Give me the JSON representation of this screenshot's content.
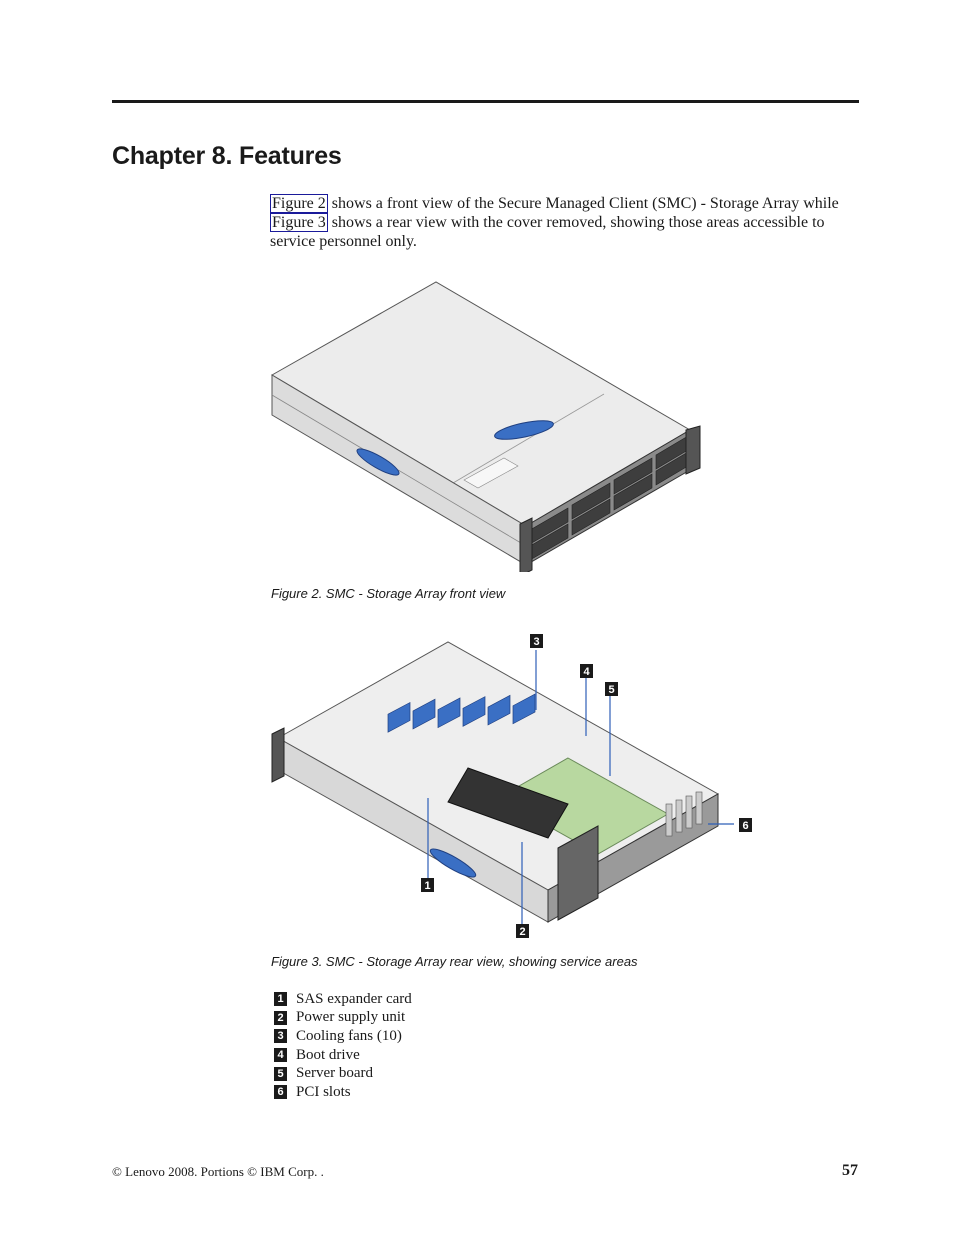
{
  "chapter": {
    "title": "Chapter 8. Features"
  },
  "intro": {
    "xref1": "Figure 2",
    "text1": " shows a front view of the Secure Managed Client (SMC) - Storage Array while ",
    "xref2": "Figure 3",
    "text2": " shows a rear view with the cover removed, showing those areas accessible to service personnel only."
  },
  "figure2": {
    "caption": "Figure 2. SMC - Storage Array front view",
    "image": "server-front-view-illustration"
  },
  "figure3": {
    "caption": "Figure 3. SMC - Storage Array rear view, showing service areas",
    "image": "server-rear-open-view-illustration",
    "callouts": [
      "1",
      "2",
      "3",
      "4",
      "5",
      "6"
    ]
  },
  "legend": [
    {
      "num": "1",
      "label": "SAS expander card"
    },
    {
      "num": "2",
      "label": "Power supply unit"
    },
    {
      "num": "3",
      "label": "Cooling fans (10)"
    },
    {
      "num": "4",
      "label": "Boot drive"
    },
    {
      "num": "5",
      "label": "Server board"
    },
    {
      "num": "6",
      "label": "PCI slots"
    }
  ],
  "footer": {
    "copyright": "© Lenovo 2008. Portions © IBM Corp. .",
    "page_number": "57"
  }
}
